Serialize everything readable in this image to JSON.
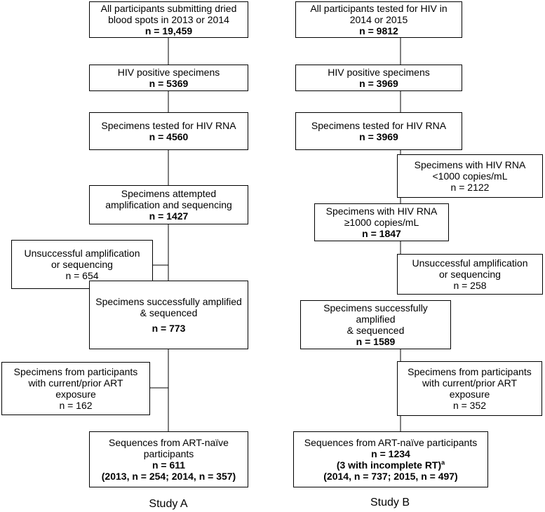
{
  "study_a": {
    "caption": "Study A",
    "total": {
      "lines": [
        "All participants submitting dried",
        "blood spots in 2013 or 2014"
      ],
      "n": "n = 19,459"
    },
    "positive": {
      "lines": [
        "HIV positive specimens"
      ],
      "n": "n = 5369"
    },
    "tested_rna": {
      "lines": [
        "Specimens tested for HIV RNA"
      ],
      "n": "n = 4560"
    },
    "attempted": {
      "lines": [
        "Specimens attempted",
        "amplification and sequencing"
      ],
      "n": "n = 1427"
    },
    "unsuccessful": {
      "lines": [
        "Unsuccessful amplification",
        "or sequencing",
        "n = 654"
      ]
    },
    "sequenced": {
      "lines": [
        "Specimens successfully amplified",
        "& sequenced"
      ],
      "n": "n = 773"
    },
    "art_exposure": {
      "lines": [
        "Specimens from participants",
        "with current/prior ART",
        "exposure",
        "n = 162"
      ]
    },
    "naive": {
      "lines": [
        "Sequences from ART-naïve",
        "participants"
      ],
      "n": "n = 611",
      "extra": "(2013, n = 254; 2014, n = 357)"
    }
  },
  "study_b": {
    "caption": "Study B",
    "total": {
      "lines": [
        "All participants tested for HIV in",
        "2014 or 2015"
      ],
      "n": "n = 9812"
    },
    "positive": {
      "lines": [
        "HIV positive specimens"
      ],
      "n": "n = 3969"
    },
    "tested_rna": {
      "lines": [
        "Specimens tested for HIV RNA"
      ],
      "n": "n = 3969"
    },
    "low_rna": {
      "lines": [
        "Specimens with HIV RNA",
        "<1000 copies/mL",
        "n = 2122"
      ]
    },
    "high_rna": {
      "lines": [
        "Specimens with HIV RNA",
        "≥1000 copies/mL"
      ],
      "n": "n = 1847"
    },
    "unsuccessful": {
      "lines": [
        "Unsuccessful amplification",
        "or sequencing",
        "n = 258"
      ]
    },
    "sequenced": {
      "lines": [
        "Specimens successfully amplified",
        "& sequenced"
      ],
      "n": "n = 1589"
    },
    "art_exposure": {
      "lines": [
        "Specimens from participants",
        "with current/prior ART",
        "exposure",
        "n = 352"
      ]
    },
    "naive": {
      "lines": [
        "Sequences from ART-naïve participants"
      ],
      "n": "n = 1234",
      "extra_main": "(3 with incomplete RT)",
      "extra_sup": "a",
      "extra": "(2014, n = 737; 2015, n = 497)"
    }
  }
}
